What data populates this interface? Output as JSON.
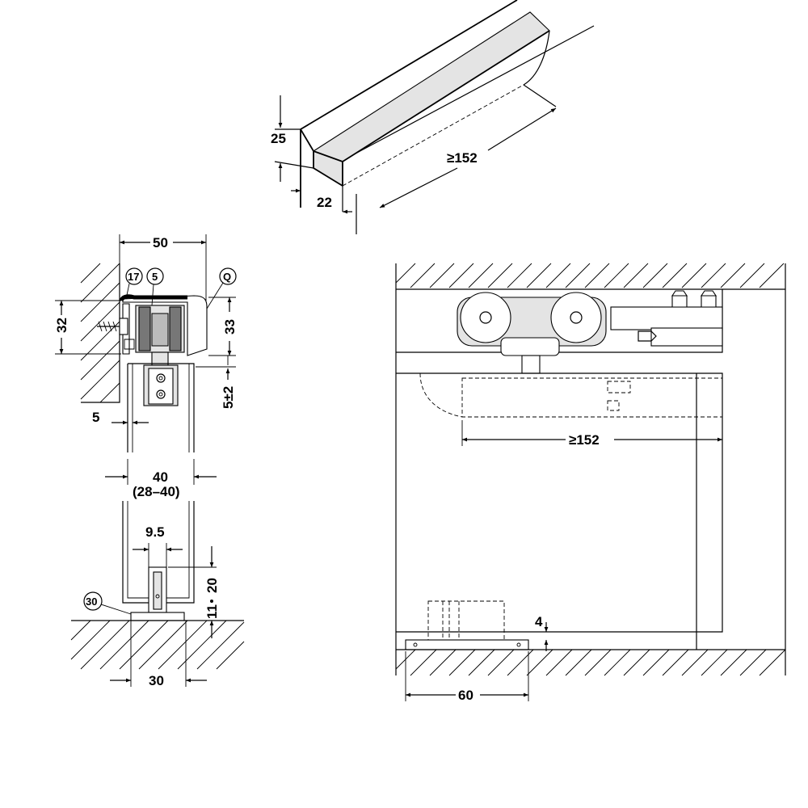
{
  "top_view": {
    "height": "25",
    "width": "22",
    "length": "≥152"
  },
  "section_view": {
    "width_top": "50",
    "callout_17": "17",
    "callout_5": "5",
    "callout_q": "Q",
    "height_left": "32",
    "height_right": "33",
    "adjust": "5±2",
    "gap": "5",
    "door_thickness": "40",
    "door_range": "(28–40)",
    "guide_offset": "9.5",
    "guide_height": "20",
    "guide_base": "11",
    "callout_30": "30",
    "guide_width": "30"
  },
  "front_view": {
    "length": "≥152",
    "floor_gap": "4",
    "guide_length": "60"
  }
}
